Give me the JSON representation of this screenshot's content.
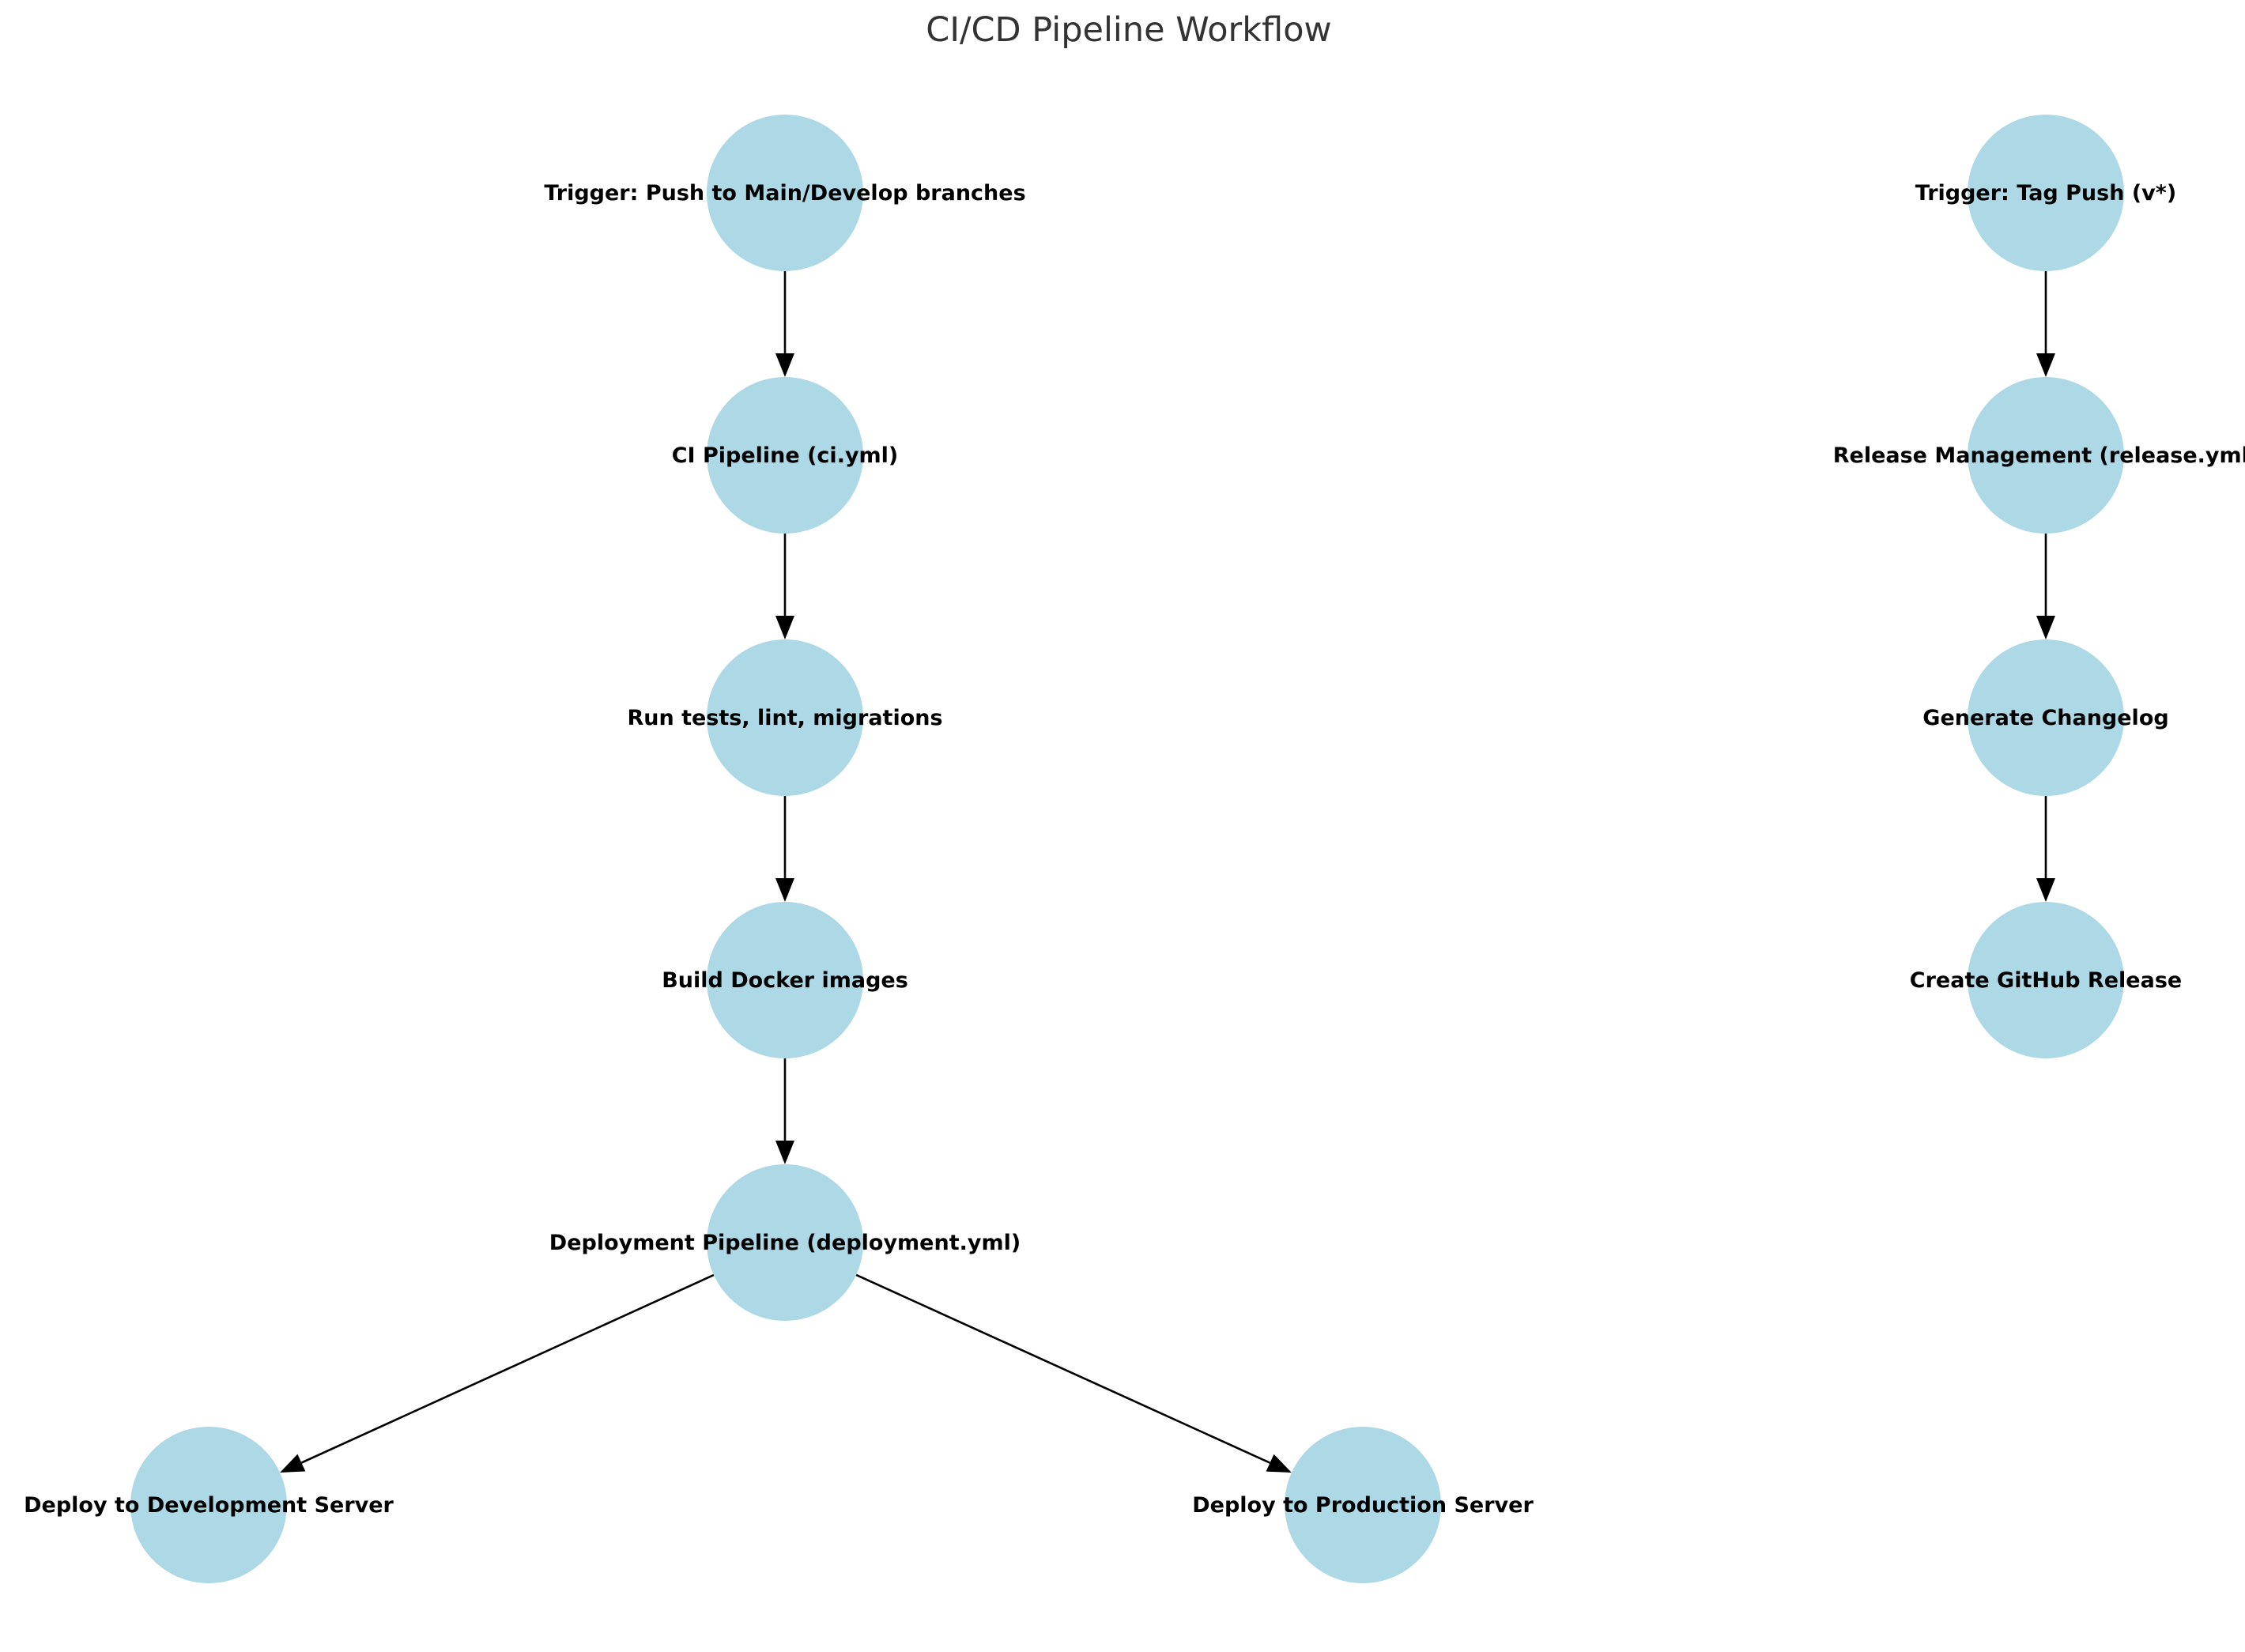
{
  "title": "CI/CD Pipeline Workflow",
  "colors": {
    "node_fill": "#ADD8E6",
    "edge": "#000000",
    "label": "#000000",
    "title": "#333333"
  },
  "nodes": [
    {
      "id": "trigger-push",
      "label": "Trigger: Push to Main/Develop branches"
    },
    {
      "id": "ci-pipeline",
      "label": "CI Pipeline (ci.yml)"
    },
    {
      "id": "run-tests",
      "label": "Run tests, lint, migrations"
    },
    {
      "id": "build-docker",
      "label": "Build Docker images"
    },
    {
      "id": "deployment-pipeline",
      "label": "Deployment Pipeline (deployment.yml)"
    },
    {
      "id": "deploy-dev",
      "label": "Deploy to Development Server"
    },
    {
      "id": "deploy-prod",
      "label": "Deploy to Production Server"
    },
    {
      "id": "trigger-tag",
      "label": "Trigger: Tag Push (v*)"
    },
    {
      "id": "release-management",
      "label": "Release Management (release.yml)"
    },
    {
      "id": "generate-changelog",
      "label": "Generate Changelog"
    },
    {
      "id": "create-release",
      "label": "Create GitHub Release"
    }
  ],
  "edges": [
    {
      "from": "trigger-push",
      "to": "ci-pipeline"
    },
    {
      "from": "ci-pipeline",
      "to": "run-tests"
    },
    {
      "from": "run-tests",
      "to": "build-docker"
    },
    {
      "from": "build-docker",
      "to": "deployment-pipeline"
    },
    {
      "from": "deployment-pipeline",
      "to": "deploy-dev"
    },
    {
      "from": "deployment-pipeline",
      "to": "deploy-prod"
    },
    {
      "from": "trigger-tag",
      "to": "release-management"
    },
    {
      "from": "release-management",
      "to": "generate-changelog"
    },
    {
      "from": "generate-changelog",
      "to": "create-release"
    }
  ]
}
